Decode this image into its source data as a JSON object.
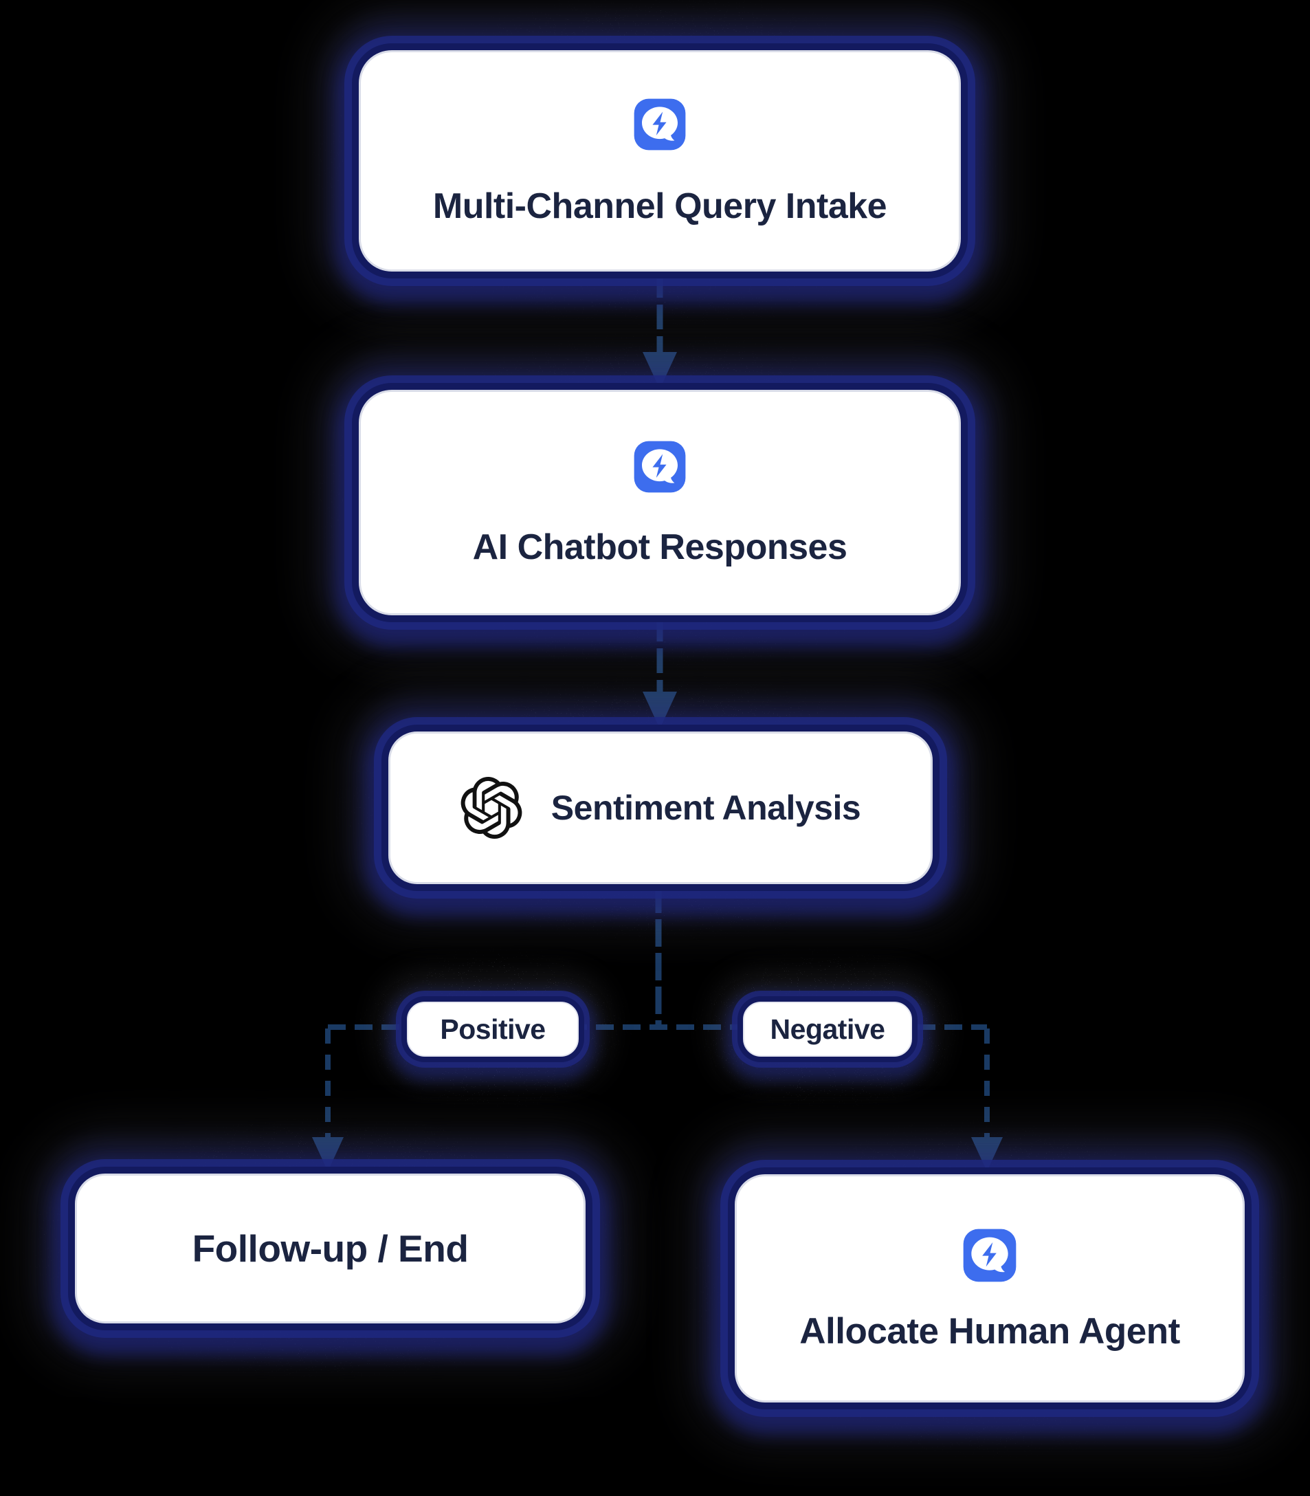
{
  "diagram": {
    "title_implicit": "AI customer support flowchart",
    "background_color": "#000000",
    "colors": {
      "node_fill": "#ffffff",
      "node_border": "#d9dce8",
      "label_text": "#1b2440",
      "connector": "#1a3a63",
      "glow_navy": "#131a5f",
      "icon_blue": "#3d6dee",
      "openai_black": "#111111"
    },
    "nodes": [
      {
        "id": "intake",
        "label": "Multi-Channel Query Intake",
        "icon": "chat-bolt-icon"
      },
      {
        "id": "chatbot",
        "label": "AI Chatbot Responses",
        "icon": "chat-bolt-icon"
      },
      {
        "id": "sentiment",
        "label": "Sentiment Analysis",
        "icon": "openai-logo"
      },
      {
        "id": "followup",
        "label": "Follow-up / End",
        "icon": null
      },
      {
        "id": "allocate",
        "label": "Allocate Human Agent",
        "icon": "chat-bolt-icon"
      }
    ],
    "branch_labels": [
      {
        "id": "positive",
        "label": "Positive"
      },
      {
        "id": "negative",
        "label": "Negative"
      }
    ],
    "edges": [
      {
        "from": "intake",
        "to": "chatbot",
        "style": "solid-arrow"
      },
      {
        "from": "chatbot",
        "to": "sentiment",
        "style": "solid-arrow"
      },
      {
        "from": "sentiment",
        "to": "followup",
        "style": "dashed-arrow",
        "label": "Positive"
      },
      {
        "from": "sentiment",
        "to": "allocate",
        "style": "dashed-arrow",
        "label": "Negative"
      }
    ]
  }
}
